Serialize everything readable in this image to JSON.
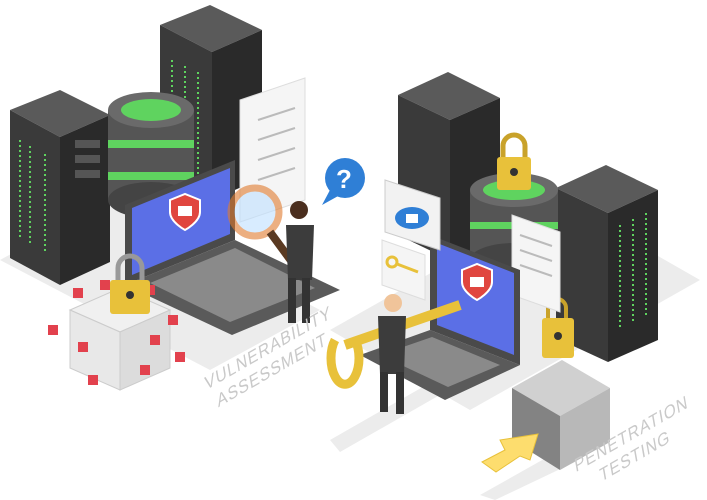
{
  "labels": {
    "vulnerability": [
      "VULNERABILITY",
      "ASSESSMENT"
    ],
    "penetration": [
      "PENETRATION",
      "TESTING"
    ]
  },
  "icons": {
    "question_bubble": "?"
  },
  "colors": {
    "server_dark": "#3a3a3a",
    "server_green": "#5fd35f",
    "screen_blue": "#5b6fe6",
    "shield_red": "#e0463f",
    "gold": "#e8c13a",
    "cube_red": "#e2414d",
    "bubble_blue": "#2f7fd6"
  }
}
